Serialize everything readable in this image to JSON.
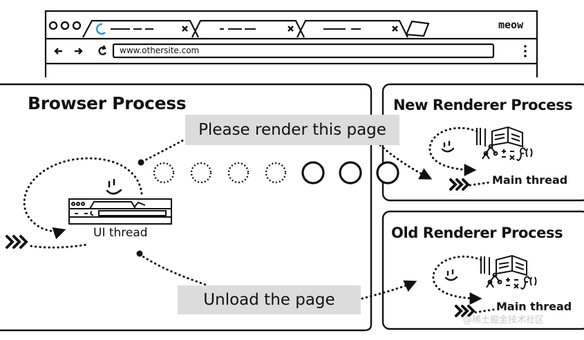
{
  "browser_chrome": {
    "app_name": "meow",
    "url": "www.othersite.com",
    "tab_count": 3
  },
  "browser_process": {
    "title": "Browser Process",
    "ui_thread_label": "UI thread"
  },
  "new_renderer": {
    "title": "New Renderer Process",
    "main_thread_label": "Main thread"
  },
  "old_renderer": {
    "title": "Old Renderer Process",
    "main_thread_label": "Main thread"
  },
  "messages": {
    "render_request": "Please render this page",
    "unload_request": "Unload the page"
  },
  "progress": {
    "pending_steps": 4,
    "active_steps": 3
  },
  "watermark": "@稀土掘金技术社区"
}
